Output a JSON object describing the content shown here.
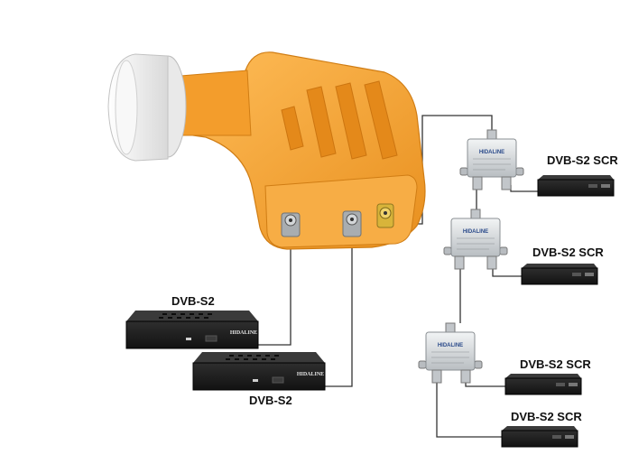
{
  "labels": {
    "receiver_a": "DVB-S2",
    "receiver_b": "DVB-S2",
    "scr_1": "DVB-S2 SCR",
    "scr_2": "DVB-S2 SCR",
    "scr_3": "DVB-S2 SCR",
    "scr_4": "DVB-S2 SCR"
  },
  "logos": {
    "receiver_brand": "HIDALINE",
    "splitter_brand": "HIDALINE"
  },
  "colors": {
    "lnb_body": "#f6a83a",
    "lnb_cap": "#f4f4f4",
    "receiver_body": "#1d1d1d",
    "splitter_body": "#d9dde0",
    "cable": "#333333"
  }
}
